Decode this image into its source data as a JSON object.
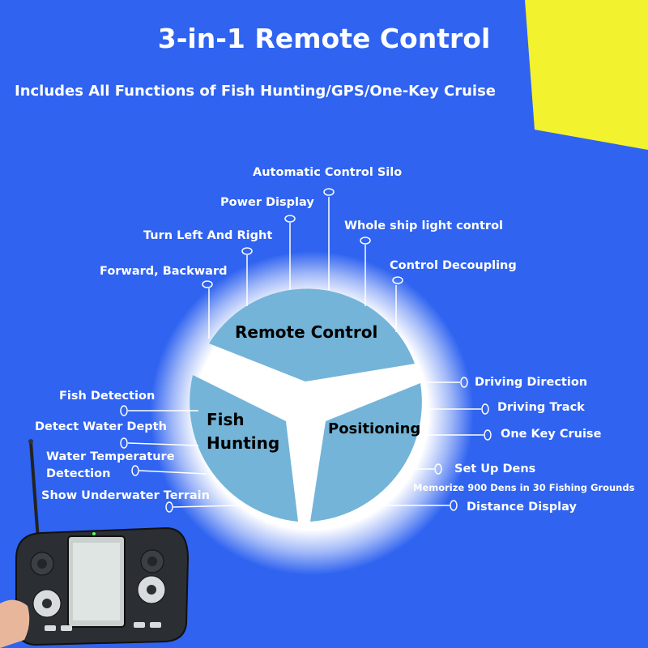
{
  "header": {
    "title": "3-in-1 Remote Control",
    "subtitle": "Includes All Functions of Fish Hunting/GPS/One-Key Cruise"
  },
  "diagram": {
    "segments": {
      "remote": "Remote Control",
      "fish_line1": "Fish",
      "fish_line2": "Hunting",
      "positioning": "Positioning"
    },
    "remote_features": [
      "Automatic Control Silo",
      "Power Display",
      "Whole ship light control",
      "Turn Left And Right",
      "Control Decoupling",
      "Forward, Backward"
    ],
    "fish_features": [
      "Fish Detection",
      "Detect Water Depth",
      "Water Temperature",
      "Detection",
      "Show Underwater Terrain"
    ],
    "positioning_features": [
      "Driving Direction",
      "Driving Track",
      "One Key Cruise",
      "Set Up Dens",
      "Memorize 900 Dens in 30 Fishing Grounds",
      "Distance Display"
    ]
  },
  "colors": {
    "background": "#2f63f0",
    "segment_fill": "#74b4d8",
    "corner_accent": "#f2f22e",
    "line": "#ffffff"
  }
}
